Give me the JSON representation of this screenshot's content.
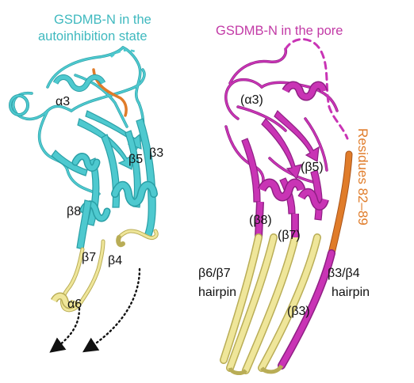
{
  "colors": {
    "cyan": "#4ec9cf",
    "cyan_dark": "#2a9fa6",
    "magenta": "#c934b5",
    "magenta_dark": "#8f1f84",
    "hairpin_yellow": "#efe69a",
    "hairpin_yellow_dark": "#b9ad56",
    "orange": "#e07c2a",
    "title_cyan": "#3fb9bf",
    "title_magenta": "#c23aa6",
    "label_orange": "#e07c2a"
  },
  "left_panel": {
    "title_line1": "GSDMB-N in the",
    "title_line2": "autoinhibition state",
    "labels": {
      "alpha3": "α3",
      "beta5": "β5",
      "beta3": "β3",
      "beta8": "β8",
      "beta7": "β7",
      "beta4": "β4",
      "alpha6": "α6"
    }
  },
  "right_panel": {
    "title": "GSDMB-N in the pore",
    "labels": {
      "alpha3": "(α3)",
      "beta5": "(β5)",
      "beta8": "(β8)",
      "beta7": "(β7)",
      "beta3": "(β3)",
      "hairpin_67_line1": "β6/β7",
      "hairpin_67_line2": "hairpin",
      "hairpin_34_line1": "β3/β4",
      "hairpin_34_line2": "hairpin"
    },
    "residues_label": "Residues 82–89"
  }
}
